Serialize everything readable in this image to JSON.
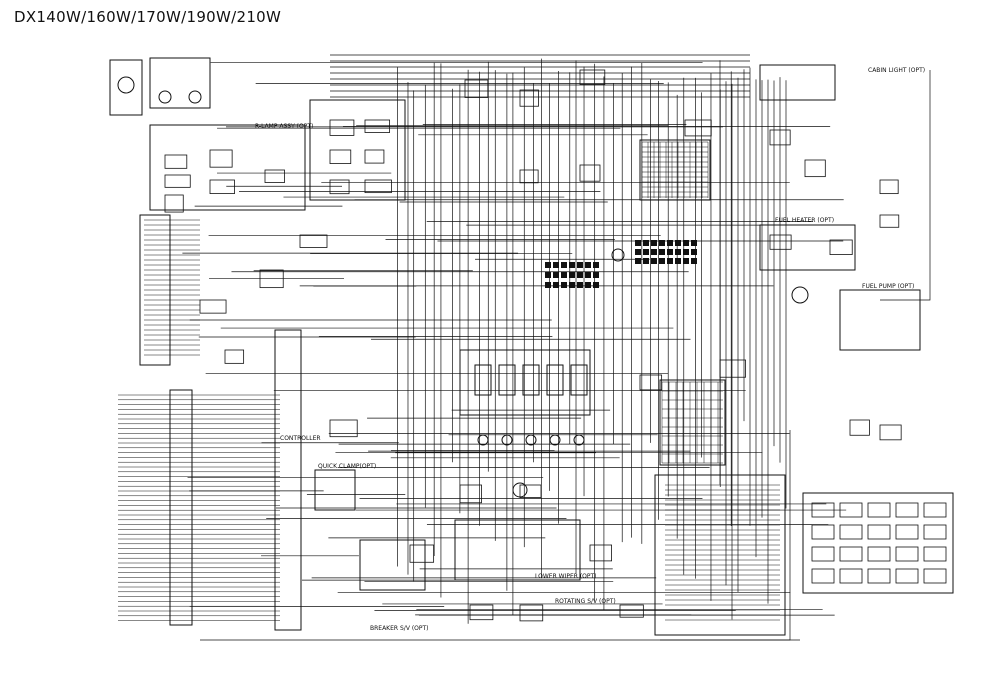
{
  "title": "DX140W/160W/170W/190W/210W",
  "labels": {
    "lamp_assy": "R-LAMP ASSY (OPT)",
    "controller": "CONTROLLER",
    "quick_clamp": "QUICK CLAMP(OPT)",
    "lower_wiper": "LOWER WIPER (OPT)",
    "rotating_sv": "ROTATING S/V (OPT)",
    "fuel_heater": "FUEL HEATER (OPT)",
    "fuel_pump": "FUEL PUMP (OPT)",
    "breaker_sv": "BREAKER S/V (OPT)",
    "cabin_light": "CABIN LIGHT (OPT)"
  }
}
